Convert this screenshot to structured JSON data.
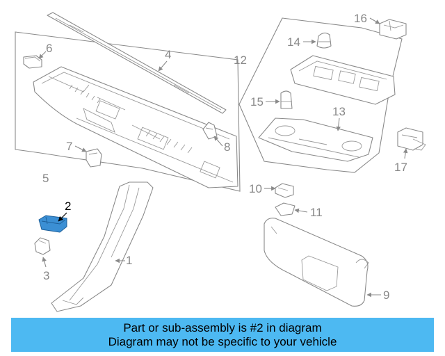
{
  "callouts": {
    "c1": "1",
    "c2": "2",
    "c3": "3",
    "c4": "4",
    "c5": "5",
    "c6": "6",
    "c7": "7",
    "c8": "8",
    "c9": "9",
    "c10": "10",
    "c11": "11",
    "c12": "12",
    "c13": "13",
    "c14": "14",
    "c15": "15",
    "c16": "16",
    "c17": "17"
  },
  "highlight": {
    "part": "2",
    "color": "#3b8fd4"
  },
  "banner": {
    "line1": "Part or sub-assembly is #2 in diagram",
    "line2": "Diagram may not be specific to your vehicle",
    "color": "#4db9f2"
  }
}
